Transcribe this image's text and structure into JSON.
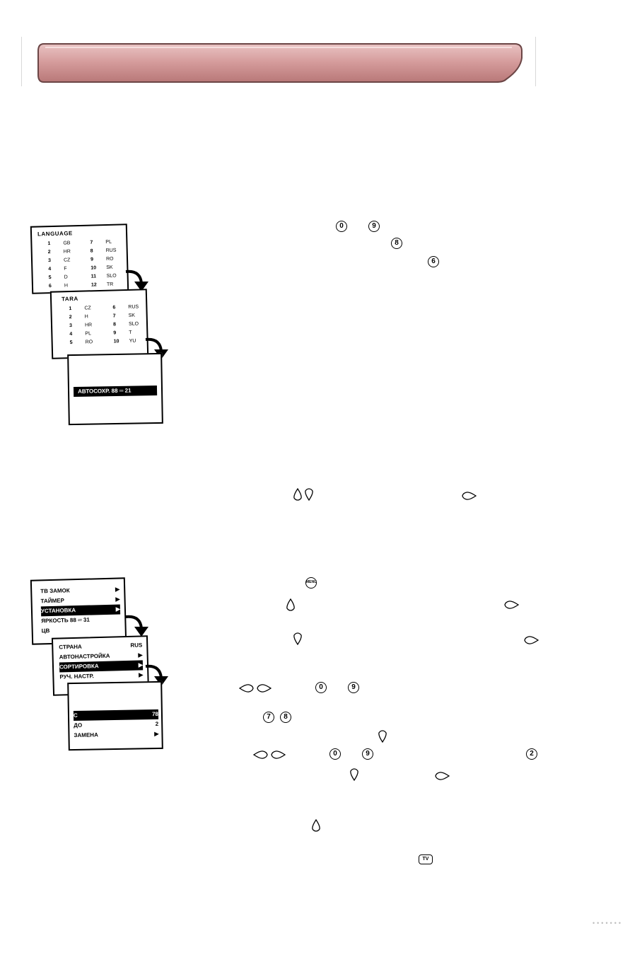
{
  "language_menu": {
    "title": "LANGUAGE",
    "items": [
      {
        "n": "1",
        "v": "GB"
      },
      {
        "n": "7",
        "v": "PL"
      },
      {
        "n": "2",
        "v": "HR"
      },
      {
        "n": "8",
        "v": "RUS"
      },
      {
        "n": "3",
        "v": "CZ"
      },
      {
        "n": "9",
        "v": "RO"
      },
      {
        "n": "4",
        "v": "F"
      },
      {
        "n": "10",
        "v": "SK"
      },
      {
        "n": "5",
        "v": "D"
      },
      {
        "n": "11",
        "v": "SLO"
      },
      {
        "n": "6",
        "v": "H"
      },
      {
        "n": "12",
        "v": "TR"
      }
    ]
  },
  "country_menu": {
    "title": "TARA",
    "items": [
      {
        "n": "1",
        "v": "CZ"
      },
      {
        "n": "6",
        "v": "RUS"
      },
      {
        "n": "2",
        "v": "H"
      },
      {
        "n": "7",
        "v": "SK"
      },
      {
        "n": "3",
        "v": "HR"
      },
      {
        "n": "8",
        "v": "SLO"
      },
      {
        "n": "4",
        "v": "PL"
      },
      {
        "n": "9",
        "v": "T"
      },
      {
        "n": "5",
        "v": "RO"
      },
      {
        "n": "10",
        "v": "YU"
      }
    ]
  },
  "autostore_bar": "АВТОСОХР.   88 ═ 21",
  "main_menu": {
    "items": [
      {
        "label": "ТВ ЗАМОК",
        "right": "▶"
      },
      {
        "label": "ТАЙМЕР",
        "right": "▶"
      },
      {
        "label": "УСТАНОВКА",
        "right": "▶"
      },
      {
        "label": "ЯРКОСТЬ   88 ═ 31",
        "right": ""
      },
      {
        "label": "ЦВ",
        "right": ""
      }
    ]
  },
  "setup_menu": {
    "items": [
      {
        "label": "СТРАНА",
        "right": "RUS"
      },
      {
        "label": "АВТОНАСТРОЙКА",
        "right": "▶"
      },
      {
        "label": "СОРТИРОВКА",
        "right": "▶"
      },
      {
        "label": "РУЧ. НАСТР.",
        "right": "▶"
      }
    ]
  },
  "sort_menu": {
    "items": [
      {
        "label": "С",
        "right": "78"
      },
      {
        "label": "ДО",
        "right": "2"
      },
      {
        "label": "ЗАМЕНА",
        "right": "▶"
      }
    ]
  },
  "keys": {
    "k0": "0",
    "k9": "9",
    "k8": "8",
    "k6": "6",
    "k7": "7",
    "k2": "2",
    "menu": "MENU",
    "tv": "TV"
  },
  "page_dots": "•••••••"
}
